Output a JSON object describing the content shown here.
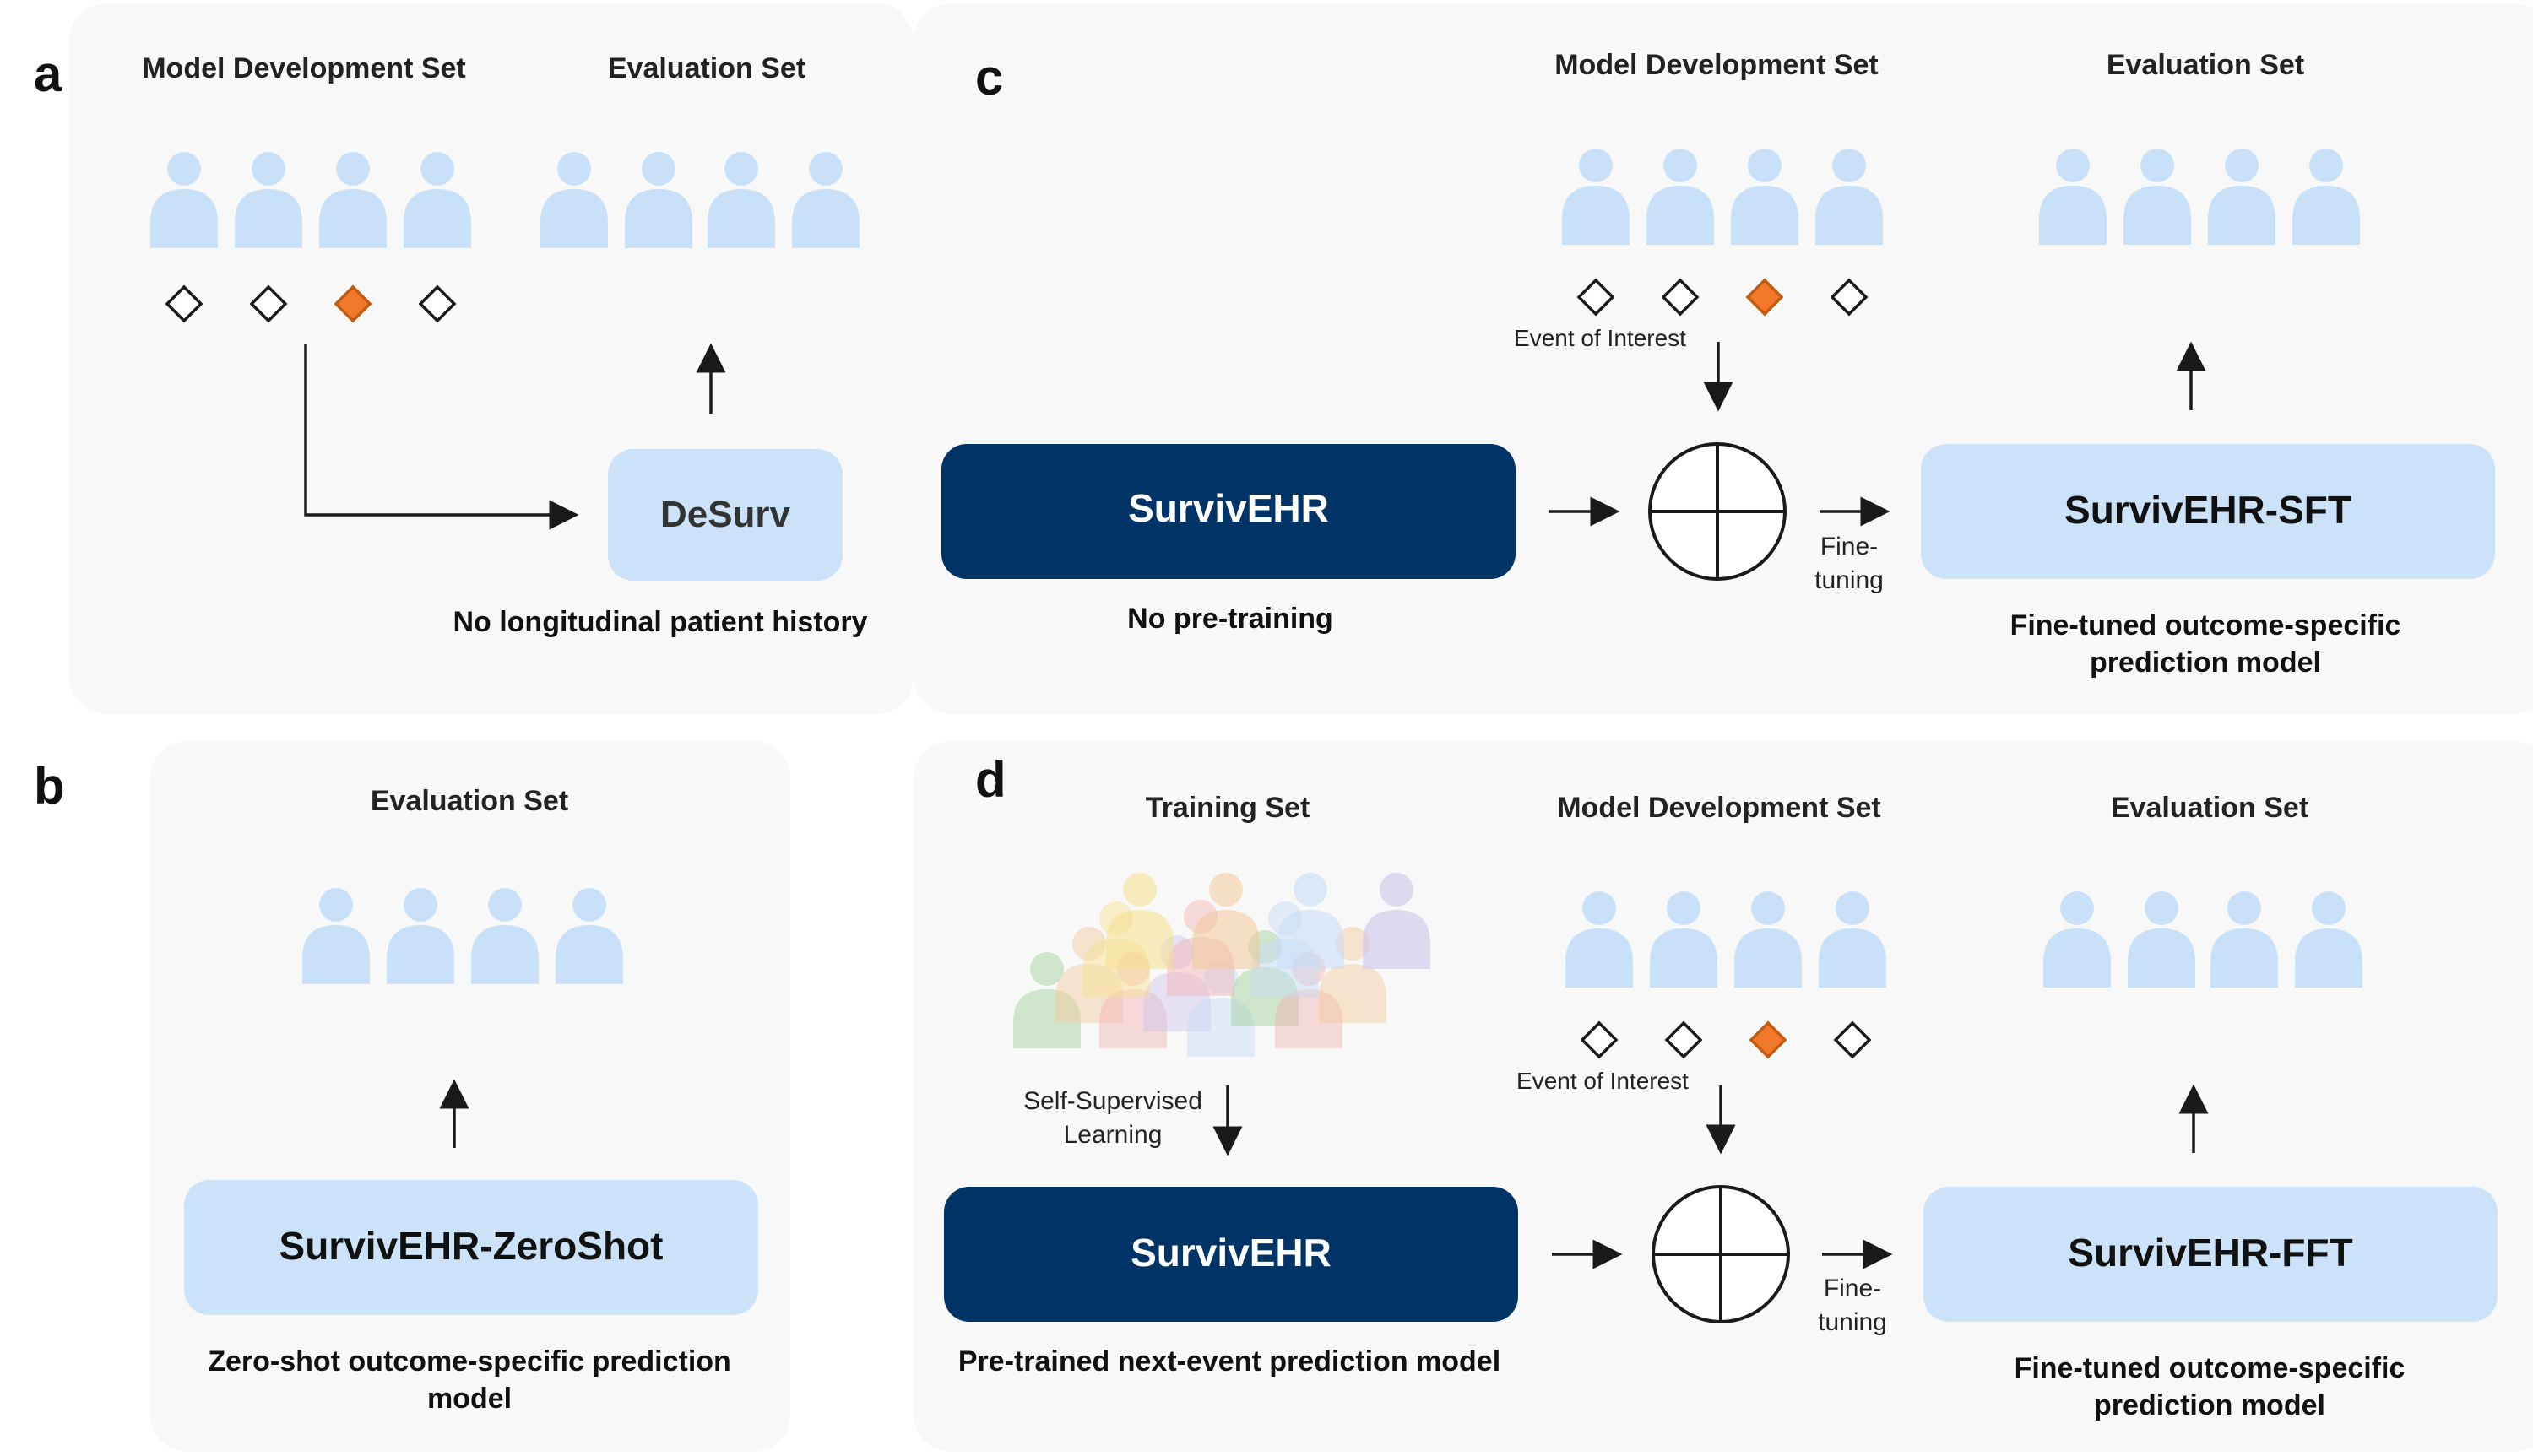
{
  "panels": {
    "a": {
      "letter": "a",
      "dev_set_label": "Model Development Set",
      "eval_set_label": "Evaluation Set",
      "model_label": "DeSurv",
      "caption": "No longitudinal patient history"
    },
    "b": {
      "letter": "b",
      "eval_set_label": "Evaluation Set",
      "model_label": "SurvivEHR-ZeroShot",
      "caption_line1": "Zero-shot outcome-specific prediction",
      "caption_line2": "model"
    },
    "c": {
      "letter": "c",
      "dev_set_label": "Model Development Set",
      "eval_set_label": "Evaluation Set",
      "event_label": "Event of Interest",
      "base_model_label": "SurvivEHR",
      "base_caption": "No pre-training",
      "finetune_line1": "Fine-",
      "finetune_line2": "tuning",
      "tuned_model_label": "SurvivEHR-SFT",
      "tuned_caption_line1": "Fine-tuned outcome-specific",
      "tuned_caption_line2": "prediction model"
    },
    "d": {
      "letter": "d",
      "training_set_label": "Training Set",
      "dev_set_label": "Model Development Set",
      "eval_set_label": "Evaluation Set",
      "ssl_line1": "Self-Supervised",
      "ssl_line2": "Learning",
      "event_label": "Event of Interest",
      "base_model_label": "SurvivEHR",
      "base_caption": "Pre-trained next-event prediction model",
      "finetune_line1": "Fine-",
      "finetune_line2": "tuning",
      "tuned_model_label": "SurvivEHR-FFT",
      "tuned_caption_line1": "Fine-tuned outcome-specific",
      "tuned_caption_line2": "prediction model"
    }
  },
  "colors": {
    "panel_bg": "#f8f8f8",
    "person": "#c9e1f8",
    "light_box": "#cce2f8",
    "dark_box": "#003366",
    "event_marker": "#f27a2a",
    "text": "#1a1a1a"
  }
}
